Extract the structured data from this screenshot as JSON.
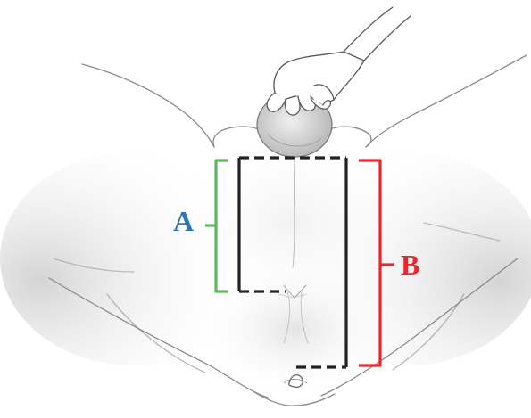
{
  "labels": {
    "a": "A",
    "b": "B"
  },
  "colors": {
    "label_a": "#2e75b6",
    "bracket_a": "#5cb85c",
    "bracket_b": "#e8262b",
    "measure_lines": "#222222",
    "pencil": "#8a8a8a"
  },
  "icons": {
    "hand": "hand-holding-scrotum",
    "anus": "anus-marker"
  }
}
